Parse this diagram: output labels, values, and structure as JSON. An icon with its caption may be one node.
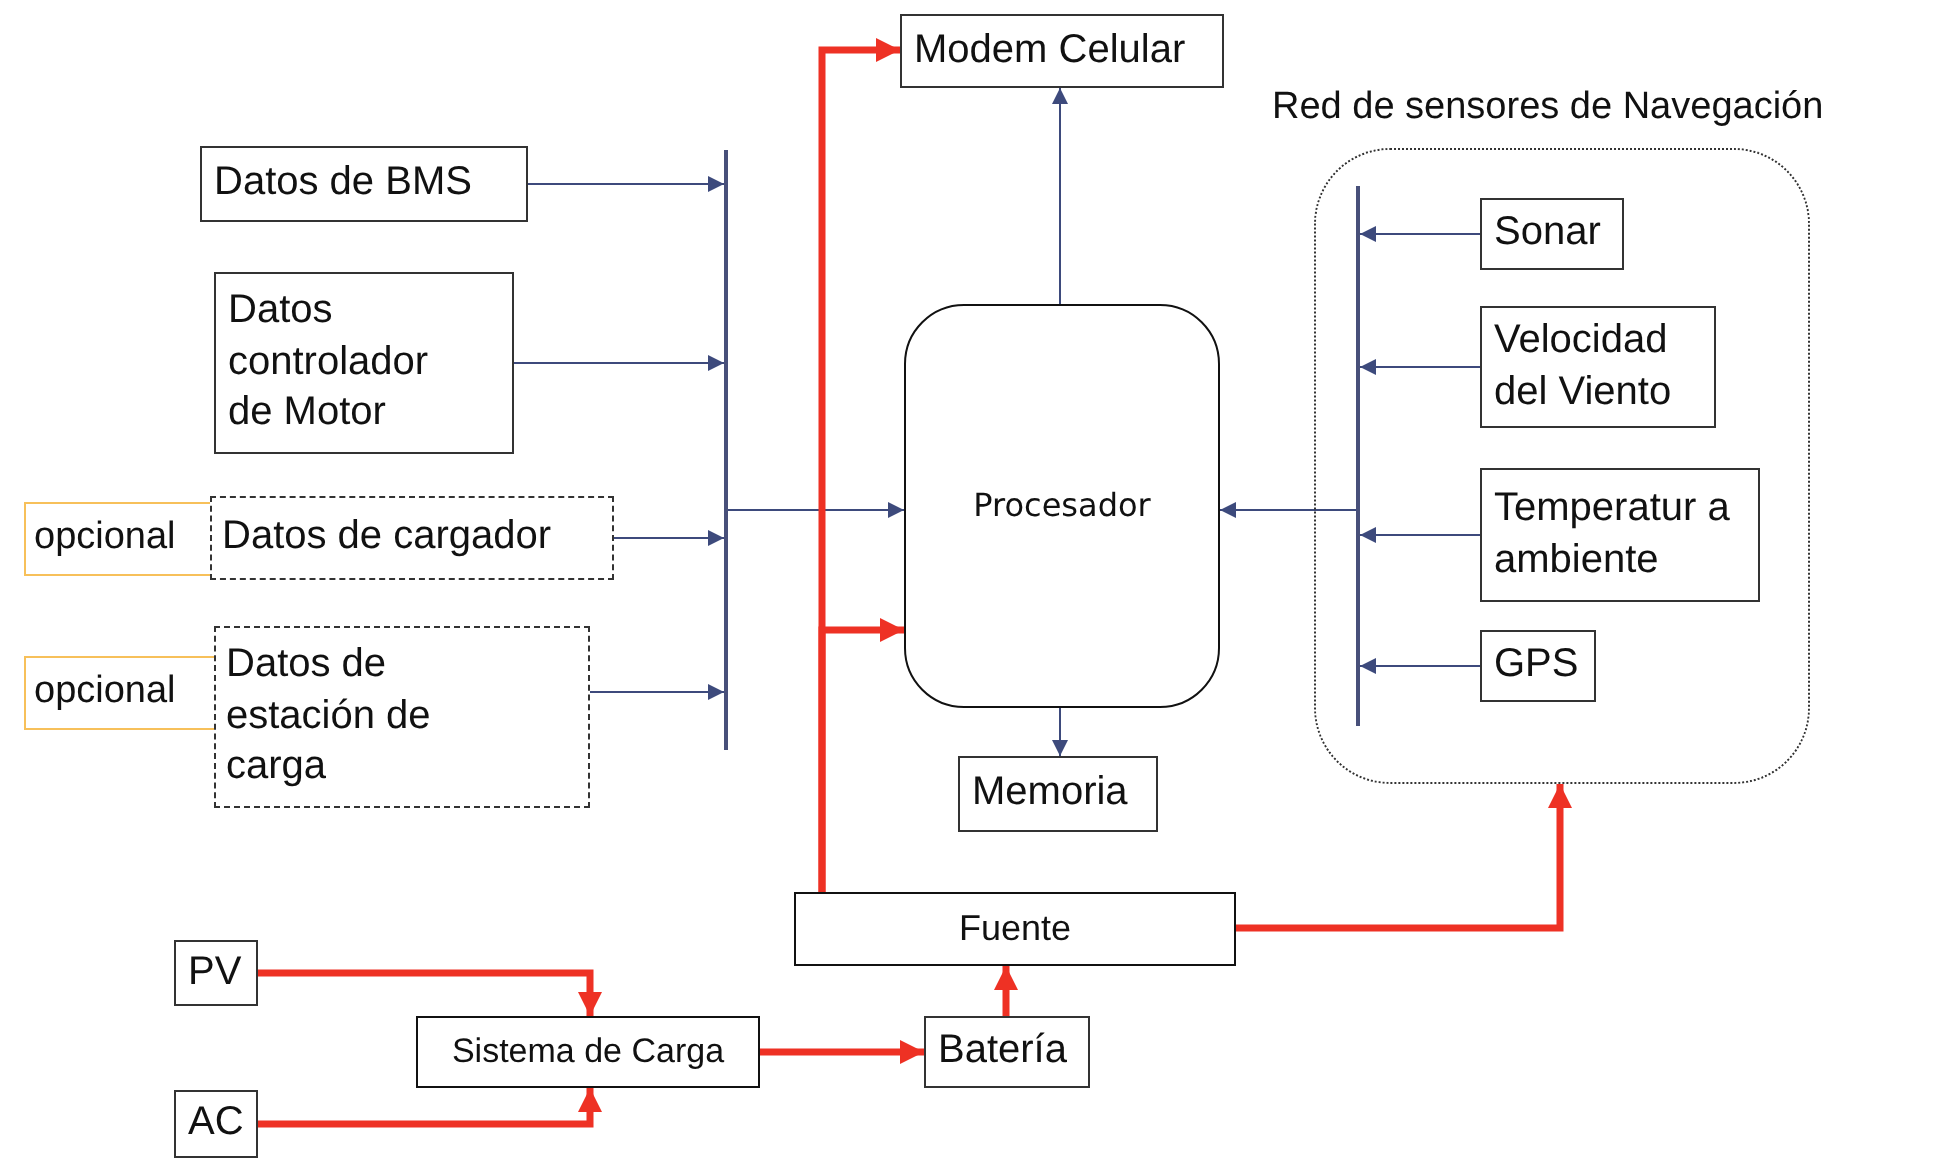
{
  "diagram": {
    "nodes": [
      {
        "text": [
          "Datos de BMS"
        ]
      },
      {
        "text": [
          "Datos controlador de Motor"
        ]
      },
      {
        "text": [
          "opcional"
        ]
      },
      {
        "text": [
          "Datos de cargador"
        ]
      },
      {
        "text": [
          "opcional"
        ]
      },
      {
        "text": [
          "Datos de estación de carga"
        ]
      },
      {
        "text": [],
        "shape": "bar"
      },
      {
        "text": [
          "Modem Celular"
        ]
      },
      {
        "text": [
          "Procesador"
        ]
      },
      {
        "text": [
          "Memoria"
        ]
      },
      {
        "text": [
          "Red de sensores de Navegación"
        ]
      },
      {
        "text": [],
        "shape": "bar",
        "in": 10
      },
      {
        "text": [
          "Sonar"
        ],
        "in": 10
      },
      {
        "text": [
          "Velocidad del Viento"
        ],
        "in": 10
      },
      {
        "text": [
          "Temperatur a ambiente"
        ],
        "in": 10
      },
      {
        "text": [
          "GPS"
        ],
        "in": 10
      },
      {
        "text": [
          "Fuente"
        ]
      },
      {
        "text": [
          "PV"
        ]
      },
      {
        "text": [
          "Sistema de Carga"
        ]
      },
      {
        "text": [
          "Batería"
        ]
      },
      {
        "text": [
          "AC"
        ]
      }
    ],
    "edges": [
      {
        "from": 0,
        "to": 6,
        "arrow": "to"
      },
      {
        "from": 1,
        "to": 6,
        "arrow": "to"
      },
      {
        "from": 3,
        "to": 6,
        "arrow": "to"
      },
      {
        "from": 5,
        "to": 6,
        "arrow": "to"
      },
      {
        "from": 6,
        "to": 8,
        "arrow": "to"
      },
      {
        "from": 8,
        "to": 7,
        "arrow": "to"
      },
      {
        "from": 8,
        "to": 9,
        "arrow": "to"
      },
      {
        "from": 12,
        "to": 11,
        "arrow": "to"
      },
      {
        "from": 13,
        "to": 11,
        "arrow": "to"
      },
      {
        "from": 14,
        "to": 11,
        "arrow": "to"
      },
      {
        "from": 15,
        "to": 11,
        "arrow": "to"
      },
      {
        "from": 11,
        "to": 8,
        "arrow": "to"
      },
      {
        "from": 17,
        "to": 18,
        "arrow": "to",
        "style": "thick",
        "color": "#ee3124"
      },
      {
        "from": 20,
        "to": 18,
        "arrow": "to",
        "style": "thick",
        "color": "#ee3124"
      },
      {
        "from": 18,
        "to": 19,
        "arrow": "to",
        "style": "thick",
        "color": "#ee3124"
      },
      {
        "from": 19,
        "to": 16,
        "arrow": "to",
        "style": "thick",
        "color": "#ee3124"
      },
      {
        "from": 16,
        "to": 7,
        "arrow": "to",
        "style": "thick",
        "color": "#ee3124"
      },
      {
        "from": 16,
        "to": 8,
        "arrow": "to",
        "style": "thick",
        "color": "#ee3124"
      },
      {
        "from": 16,
        "to": 10,
        "arrow": "to",
        "style": "thick",
        "color": "#ee3124"
      }
    ]
  }
}
